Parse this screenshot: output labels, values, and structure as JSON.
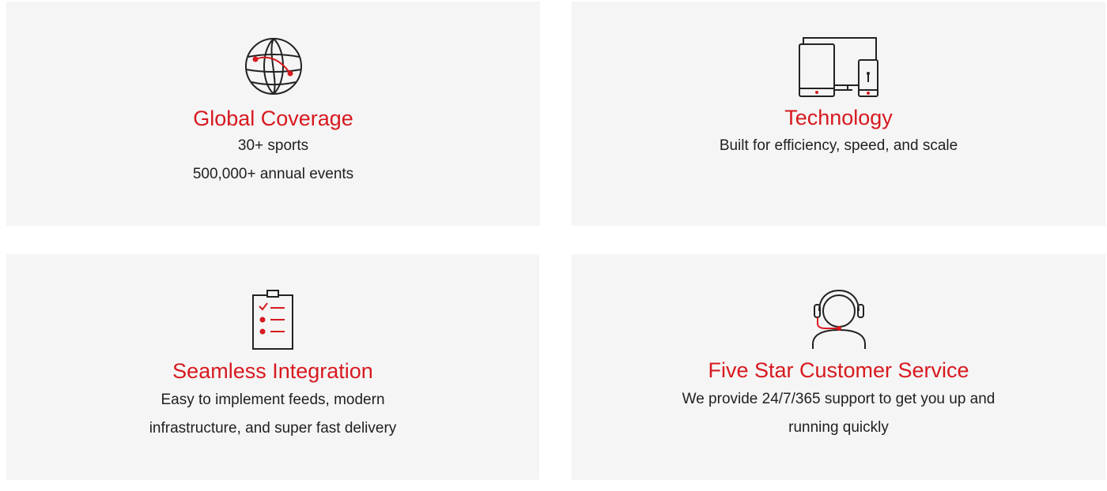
{
  "colors": {
    "accent": "#d7191f",
    "text": "#1f1f1f",
    "card_background": "#f5f5f5",
    "icon_stroke": "#222222"
  },
  "features": [
    {
      "icon": "globe-icon",
      "title": "Global Coverage",
      "lines": [
        "30+ sports",
        "500,000+ annual events"
      ]
    },
    {
      "icon": "devices-icon",
      "title": "Technology",
      "lines": [
        "Built for efficiency, speed, and scale"
      ]
    },
    {
      "icon": "clipboard-checklist-icon",
      "title": "Seamless Integration",
      "lines": [
        "Easy to implement feeds, modern",
        "infrastructure, and super fast delivery"
      ]
    },
    {
      "icon": "headset-support-icon",
      "title": "Five Star Customer Service",
      "lines": [
        "We provide 24/7/365 support to get you up and",
        "running quickly"
      ]
    }
  ]
}
